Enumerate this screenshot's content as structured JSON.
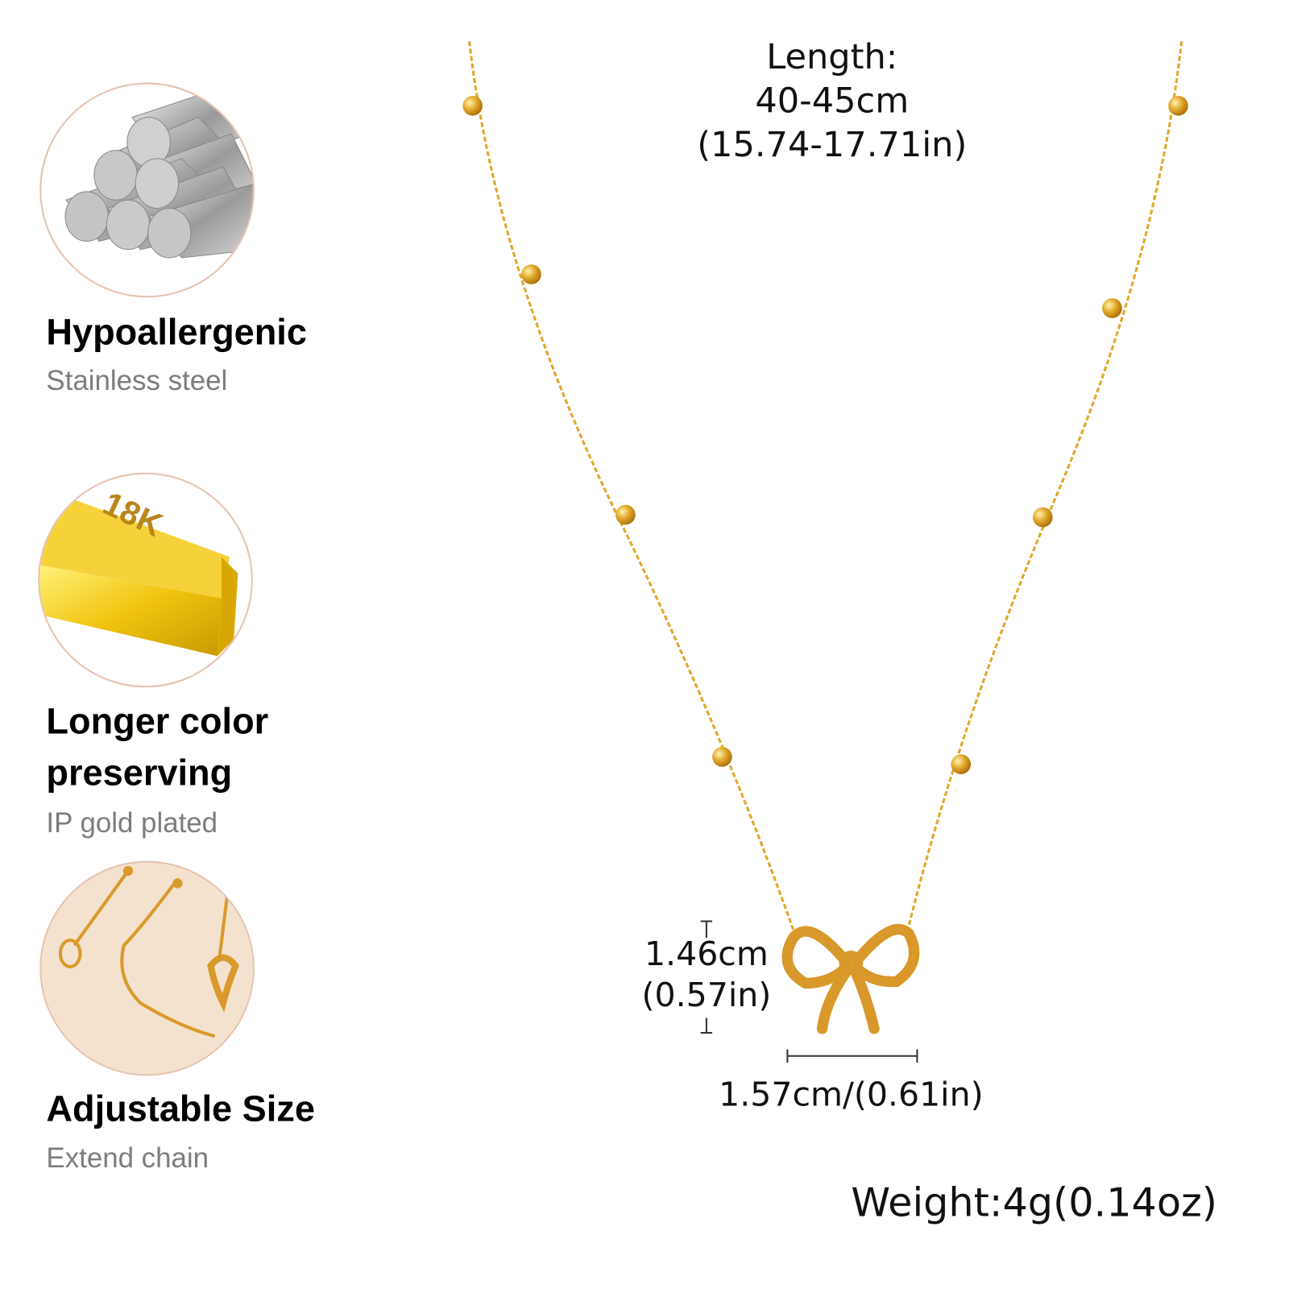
{
  "features": [
    {
      "title": "Hypoallergenic",
      "subtitle": "Stainless steel",
      "icon": "steel-rods-image"
    },
    {
      "title_line1": "Longer color",
      "title_line2": "preserving",
      "subtitle": "IP gold plated",
      "icon": "gold-bar-image",
      "bar_label": "18K"
    },
    {
      "title": "Adjustable Size",
      "subtitle": "Extend chain",
      "icon": "extend-chain-image"
    }
  ],
  "dimensions": {
    "length_label": "Length:",
    "length_cm": "40-45cm",
    "length_in": "(15.74-17.71in)",
    "pendant_height_cm": "1.46cm",
    "pendant_height_in": "(0.57in)",
    "pendant_width": "1.57cm/(0.61in)",
    "weight": "Weight:4g(0.14oz)"
  },
  "colors": {
    "gold": "#e2a82a",
    "circle_border": "#e6c3b0",
    "subtitle_gray": "#7d7d7d"
  }
}
